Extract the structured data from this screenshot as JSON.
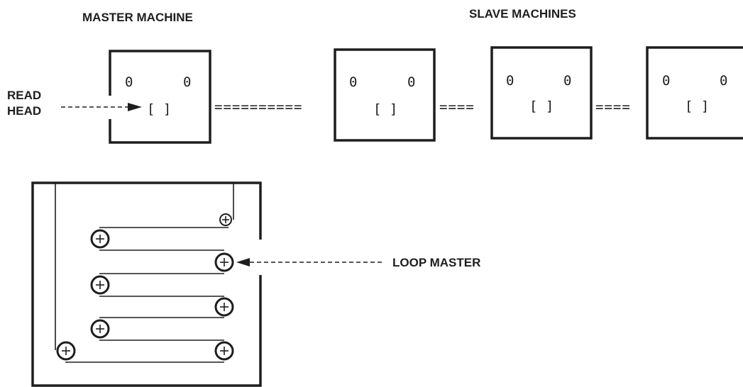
{
  "labels": {
    "master_machine": "MASTER MACHINE",
    "slave_machines": "SLAVE MACHINES",
    "read": "READ",
    "head": "HEAD",
    "loop_master": "LOOP MASTER"
  },
  "machine_glyphs": {
    "reel": "0",
    "head": "[ ]"
  },
  "connectors": {
    "long": "==========",
    "short": "===="
  }
}
